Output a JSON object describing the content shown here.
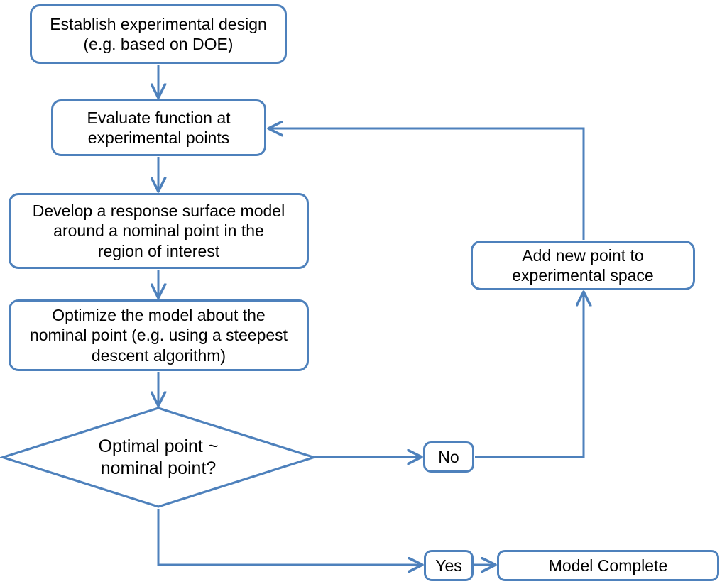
{
  "diagram": {
    "title": "Response surface methodology optimization flowchart",
    "type": "flowchart",
    "colors": {
      "node_border": "#4E81BC",
      "node_fill": "#FFFFFF",
      "connector": "#4E81BC",
      "text": "#000000",
      "background": "#FFFFFF"
    },
    "nodes": [
      {
        "id": "establish",
        "shape": "rounded-rectangle",
        "label": "Establish experimental design\n(e.g. based on DOE)"
      },
      {
        "id": "evaluate",
        "shape": "rounded-rectangle",
        "label": "Evaluate function at\nexperimental points"
      },
      {
        "id": "develop",
        "shape": "rounded-rectangle",
        "label": "Develop a response surface model\naround a nominal point in the\nregion of interest"
      },
      {
        "id": "optimize",
        "shape": "rounded-rectangle",
        "label": "Optimize the model about the\nnominal point (e.g. using a steepest\ndescent algorithm)"
      },
      {
        "id": "decision",
        "shape": "diamond",
        "label": "Optimal point ~\nnominal point?"
      },
      {
        "id": "addpoint",
        "shape": "rounded-rectangle",
        "label": "Add new point to\nexperimental space"
      },
      {
        "id": "no",
        "shape": "rounded-rectangle",
        "label": "No"
      },
      {
        "id": "yes",
        "shape": "rounded-rectangle",
        "label": "Yes"
      },
      {
        "id": "complete",
        "shape": "rounded-rectangle",
        "label": "Model Complete"
      }
    ],
    "edges": [
      {
        "id": "e1",
        "from": "establish",
        "to": "evaluate",
        "label": ""
      },
      {
        "id": "e2",
        "from": "evaluate",
        "to": "develop",
        "label": ""
      },
      {
        "id": "e3",
        "from": "develop",
        "to": "optimize",
        "label": ""
      },
      {
        "id": "e4",
        "from": "optimize",
        "to": "decision",
        "label": ""
      },
      {
        "id": "e5",
        "from": "decision",
        "to": "no",
        "label": ""
      },
      {
        "id": "e6",
        "from": "no",
        "to": "addpoint",
        "label": ""
      },
      {
        "id": "e7",
        "from": "addpoint",
        "to": "evaluate",
        "label": ""
      },
      {
        "id": "e8",
        "from": "decision",
        "to": "yes",
        "label": ""
      },
      {
        "id": "e9",
        "from": "yes",
        "to": "complete",
        "label": ""
      }
    ]
  }
}
